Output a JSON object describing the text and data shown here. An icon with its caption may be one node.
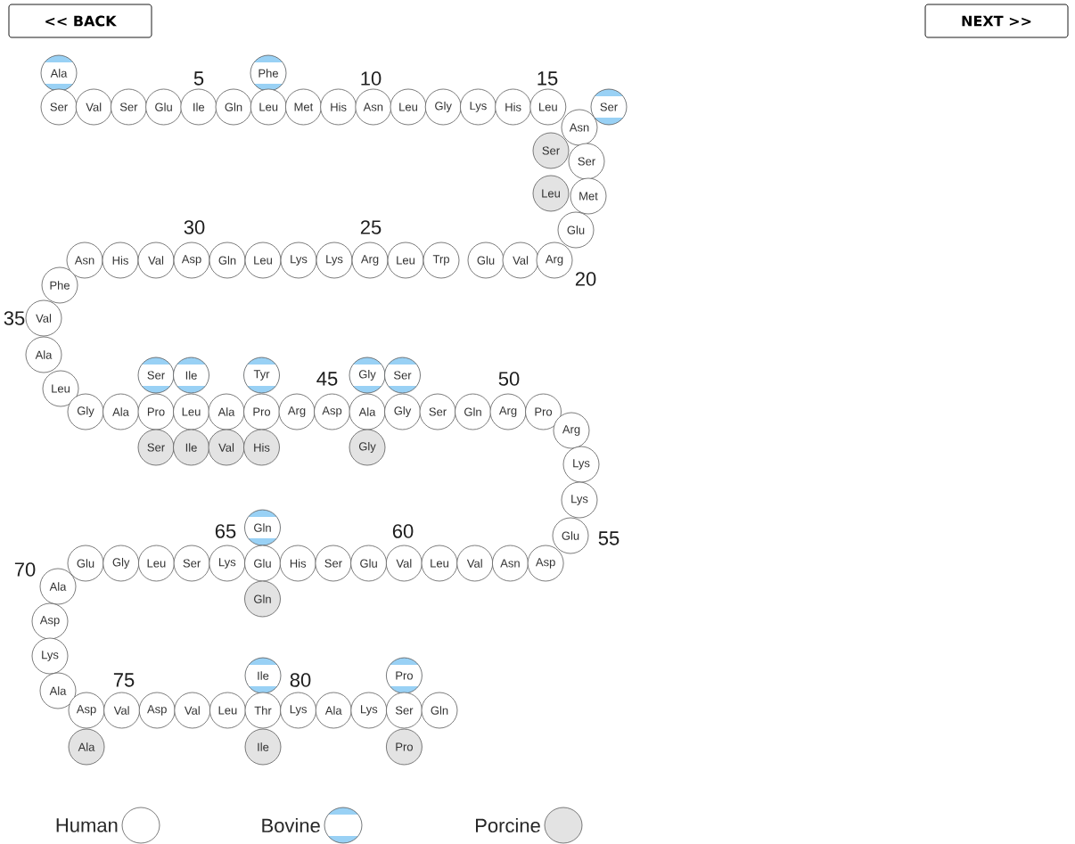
{
  "diagram": {
    "nodes": [
      {
        "text": [
          "<< BACK"
        ]
      },
      {
        "text": [
          "NEXT >>"
        ]
      },
      {
        "text": [
          "Ala"
        ]
      },
      {
        "text": [
          "Phe"
        ]
      },
      {
        "text": [
          "Ser"
        ]
      },
      {
        "text": [
          "Val"
        ]
      },
      {
        "text": [
          "Ser"
        ]
      },
      {
        "text": [
          "Glu"
        ]
      },
      {
        "text": [
          "Ile"
        ]
      },
      {
        "text": [
          "Gln"
        ]
      },
      {
        "text": [
          "Leu"
        ]
      },
      {
        "text": [
          "Met"
        ]
      },
      {
        "text": [
          "His"
        ]
      },
      {
        "text": [
          "Asn"
        ]
      },
      {
        "text": [
          "Leu"
        ]
      },
      {
        "text": [
          "Gly"
        ]
      },
      {
        "text": [
          "Lys"
        ]
      },
      {
        "text": [
          "His"
        ]
      },
      {
        "text": [
          "Leu"
        ]
      },
      {
        "text": [
          "Ser"
        ]
      },
      {
        "text": [
          "Asn"
        ]
      },
      {
        "text": [
          "Ser"
        ]
      },
      {
        "text": [
          "Ser"
        ]
      },
      {
        "text": [
          "Leu"
        ]
      },
      {
        "text": [
          "Met"
        ]
      },
      {
        "text": [
          "Glu"
        ]
      },
      {
        "text": [
          "Asn"
        ]
      },
      {
        "text": [
          "His"
        ]
      },
      {
        "text": [
          "Val"
        ]
      },
      {
        "text": [
          "Asp"
        ]
      },
      {
        "text": [
          "Gln"
        ]
      },
      {
        "text": [
          "Leu"
        ]
      },
      {
        "text": [
          "Lys"
        ]
      },
      {
        "text": [
          "Lys"
        ]
      },
      {
        "text": [
          "Arg"
        ]
      },
      {
        "text": [
          "Leu"
        ]
      },
      {
        "text": [
          "Trp"
        ]
      },
      {
        "text": [
          "Glu"
        ]
      },
      {
        "text": [
          "Val"
        ]
      },
      {
        "text": [
          "Arg"
        ]
      },
      {
        "text": [
          "Phe"
        ]
      },
      {
        "text": [
          "Val"
        ]
      },
      {
        "text": [
          "Ala"
        ]
      },
      {
        "text": [
          "Leu"
        ]
      },
      {
        "text": [
          "Ser"
        ]
      },
      {
        "text": [
          "Ile"
        ]
      },
      {
        "text": [
          "Tyr"
        ]
      },
      {
        "text": [
          "Gly"
        ]
      },
      {
        "text": [
          "Ser"
        ]
      },
      {
        "text": [
          "Gly"
        ]
      },
      {
        "text": [
          "Ala"
        ]
      },
      {
        "text": [
          "Pro"
        ]
      },
      {
        "text": [
          "Leu"
        ]
      },
      {
        "text": [
          "Ala"
        ]
      },
      {
        "text": [
          "Pro"
        ]
      },
      {
        "text": [
          "Arg"
        ]
      },
      {
        "text": [
          "Asp"
        ]
      },
      {
        "text": [
          "Ala"
        ]
      },
      {
        "text": [
          "Gly"
        ]
      },
      {
        "text": [
          "Ser"
        ]
      },
      {
        "text": [
          "Gln"
        ]
      },
      {
        "text": [
          "Arg"
        ]
      },
      {
        "text": [
          "Pro"
        ]
      },
      {
        "text": [
          "Ser"
        ]
      },
      {
        "text": [
          "Ile"
        ]
      },
      {
        "text": [
          "Val"
        ]
      },
      {
        "text": [
          "His"
        ]
      },
      {
        "text": [
          "Gly"
        ]
      },
      {
        "text": [
          "Arg"
        ]
      },
      {
        "text": [
          "Lys"
        ]
      },
      {
        "text": [
          "Lys"
        ]
      },
      {
        "text": [
          "Glu"
        ]
      },
      {
        "text": [
          "Gln"
        ]
      },
      {
        "text": [
          "Glu"
        ]
      },
      {
        "text": [
          "Gly"
        ]
      },
      {
        "text": [
          "Leu"
        ]
      },
      {
        "text": [
          "Ser"
        ]
      },
      {
        "text": [
          "Lys"
        ]
      },
      {
        "text": [
          "Glu"
        ]
      },
      {
        "text": [
          "His"
        ]
      },
      {
        "text": [
          "Ser"
        ]
      },
      {
        "text": [
          "Glu"
        ]
      },
      {
        "text": [
          "Val"
        ]
      },
      {
        "text": [
          "Leu"
        ]
      },
      {
        "text": [
          "Val"
        ]
      },
      {
        "text": [
          "Asn"
        ]
      },
      {
        "text": [
          "Asp"
        ]
      },
      {
        "text": [
          "Gln"
        ]
      },
      {
        "text": [
          "Ala"
        ]
      },
      {
        "text": [
          "Asp"
        ]
      },
      {
        "text": [
          "Lys"
        ]
      },
      {
        "text": [
          "Ala"
        ]
      },
      {
        "text": [
          "Ile"
        ]
      },
      {
        "text": [
          "Pro"
        ]
      },
      {
        "text": [
          "Asp"
        ]
      },
      {
        "text": [
          "Val"
        ]
      },
      {
        "text": [
          "Asp"
        ]
      },
      {
        "text": [
          "Val"
        ]
      },
      {
        "text": [
          "Leu"
        ]
      },
      {
        "text": [
          "Thr"
        ]
      },
      {
        "text": [
          "Lys"
        ]
      },
      {
        "text": [
          "Ala"
        ]
      },
      {
        "text": [
          "Lys"
        ]
      },
      {
        "text": [
          "Ser"
        ]
      },
      {
        "text": [
          "Gln"
        ]
      },
      {
        "text": [
          "Ala"
        ]
      },
      {
        "text": [
          "Ile"
        ]
      },
      {
        "text": [
          "Pro"
        ]
      }
    ],
    "labels": [
      "5",
      "10",
      "15",
      "30",
      "25",
      "20",
      "35",
      "45",
      "50",
      "65",
      "60",
      "55",
      "70",
      "75",
      "80"
    ],
    "legend": [
      {
        "text": "Human"
      },
      {
        "text": "Bovine",
        "color": "#99d1f5"
      },
      {
        "text": "Porcine",
        "color": "#e3e3e3"
      }
    ]
  }
}
